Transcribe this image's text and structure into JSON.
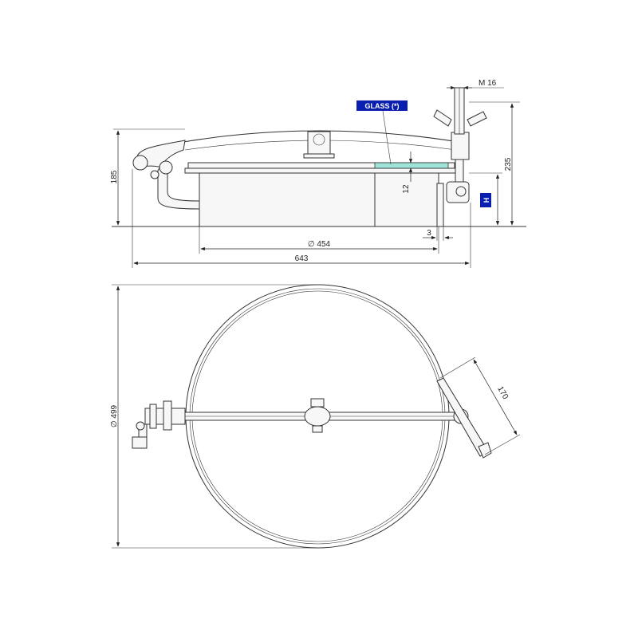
{
  "side_view": {
    "height_185": "185",
    "height_235": "235",
    "thread": "M 16",
    "glass_tag": "GLASS (*)",
    "glass_thickness": "12",
    "h_tag": "H",
    "inner_diameter": "∅ 454",
    "wall": "3",
    "overall_length": "643"
  },
  "top_view": {
    "outer_diameter": "∅ 499",
    "handle_length": "170"
  },
  "colors": {
    "tag_fill": "#0a1fb0",
    "glass_fill": "#9fe3d8"
  }
}
